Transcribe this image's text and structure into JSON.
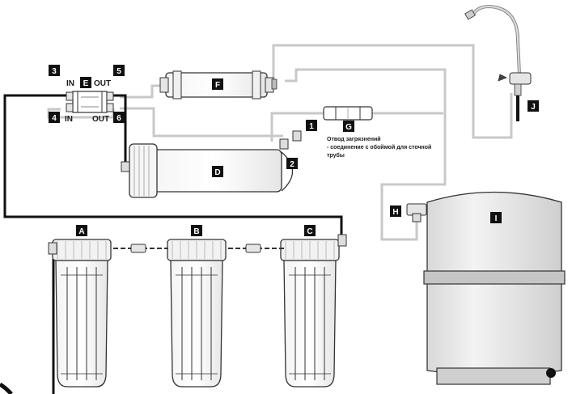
{
  "tags": {
    "A": "A",
    "B": "B",
    "C": "C",
    "D": "D",
    "E": "E",
    "F": "F",
    "G": "G",
    "H": "H",
    "I": "I",
    "J": "J",
    "n1": "1",
    "n2": "2",
    "n3": "3",
    "n4": "4",
    "n5": "5",
    "n6": "6"
  },
  "ports": {
    "in_top": "IN",
    "out_top": "OUT",
    "in_bottom": "IN",
    "out_bottom": "OUT"
  },
  "drain_note": {
    "line1": "Отвод загрязнений",
    "line2": "- соединение с обоймой для сточной",
    "line3": "трубы"
  }
}
